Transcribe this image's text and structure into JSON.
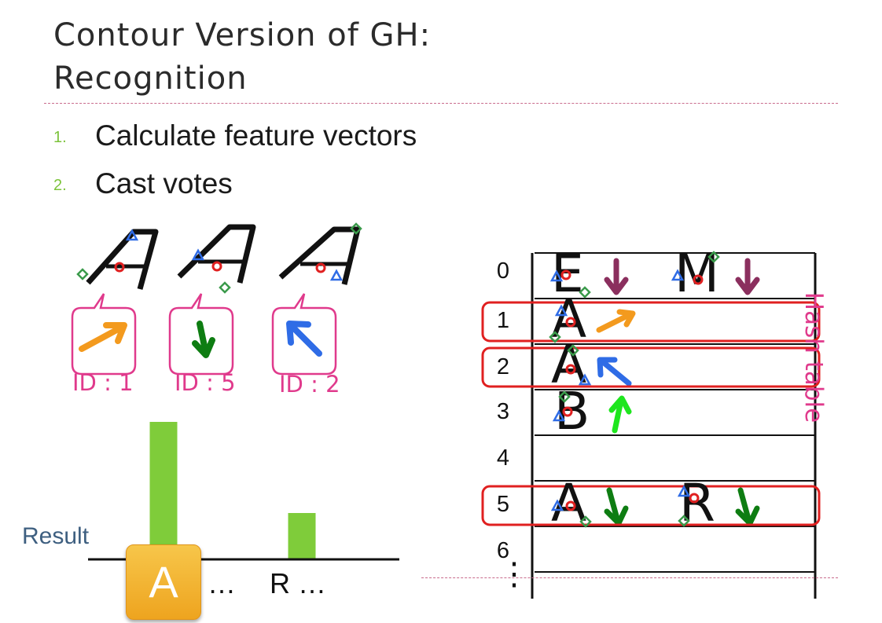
{
  "slide": {
    "title": "Contour Version of GH:\nRecognition",
    "steps": [
      {
        "num": "1.",
        "text": "Calculate feature vectors"
      },
      {
        "num": "2.",
        "text": "Cast votes"
      }
    ]
  },
  "features": [
    {
      "letter": "A",
      "id_label": "ID : 1"
    },
    {
      "letter": "A",
      "id_label": "ID : 5"
    },
    {
      "letter": "A",
      "id_label": "ID : 2"
    }
  ],
  "hash_table": {
    "label": "Hash table",
    "rows": [
      "0",
      "1",
      "2",
      "3",
      "4",
      "5",
      "6"
    ],
    "more": "⋮",
    "entries": {
      "row0": [
        "E",
        "M"
      ],
      "row1": [
        "A"
      ],
      "row2": [
        "A"
      ],
      "row3": [
        "B"
      ],
      "row5": [
        "A",
        "R"
      ]
    }
  },
  "result": {
    "label": "Result",
    "winner": "A",
    "x_labels": [
      "…",
      "R …"
    ]
  },
  "chart_data": {
    "type": "bar",
    "categories": [
      "A",
      "R"
    ],
    "values": [
      3,
      1
    ]
  },
  "colors": {
    "orange_arrow": "#f39a1e",
    "green_arrow": "#0e7d12",
    "blue_arrow": "#2f6ce6",
    "lime_arrow": "#1ee61e",
    "purple_arrow": "#8b2f5e",
    "highlight": "#e02020",
    "pink": "#e03a8c",
    "bar": "#7fcc3a"
  }
}
